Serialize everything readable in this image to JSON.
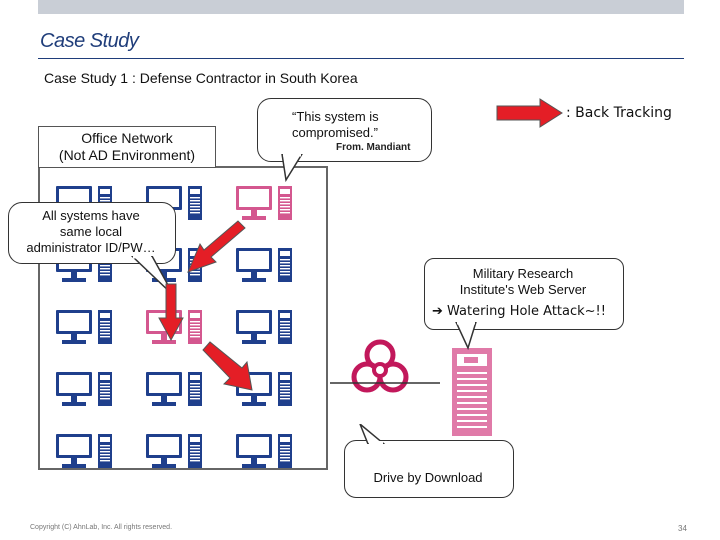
{
  "slide": {
    "title": "Case Study",
    "subtitle": "Case Study 1 : Defense Contractor in South Korea",
    "office_label": [
      "Office Network",
      "(Not AD Environment)"
    ],
    "quote": [
      "“This system is",
      "compromised.”"
    ],
    "quote_source": "From. Mandiant",
    "local_admin": [
      "All systems have",
      "same local",
      "administrator ID/PW…"
    ],
    "military": [
      "Military Research",
      "Institute's Web Server"
    ],
    "watering": "➔ Watering Hole Attack~!!",
    "drive": "Drive by Download",
    "legend_label": ": Back Tracking",
    "footer_copyright": "Copyright (C) AhnLab, Inc. All rights reserved.",
    "page_number": "34"
  },
  "colors": {
    "computer": "#1f3f8c",
    "compromised": "#d4578f",
    "arrow": "#e41e26",
    "accent": "#1f3d7a"
  },
  "icons": [
    "computer-icon",
    "compromised-computer-icon",
    "biohazard-icon",
    "web-server-icon",
    "arrow-right-icon"
  ]
}
